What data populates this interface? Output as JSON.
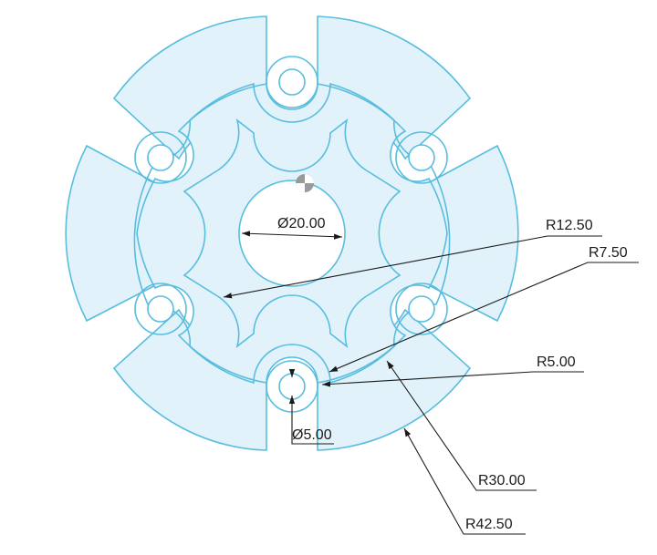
{
  "dimensions": {
    "dia_center": "Ø20.00",
    "r_inner_arc": "R12.50",
    "r_lobe": "R7.50",
    "r_slot": "R5.00",
    "r_body": "R30.00",
    "r_outer": "R42.50",
    "dia_hole": "Ø5.00"
  },
  "colors": {
    "part_fill": "#e2f2fa",
    "part_edge": "#58bddf",
    "dimension_line": "#1a1a1a"
  },
  "icons": {
    "center_marker": "origin-marker-icon"
  }
}
